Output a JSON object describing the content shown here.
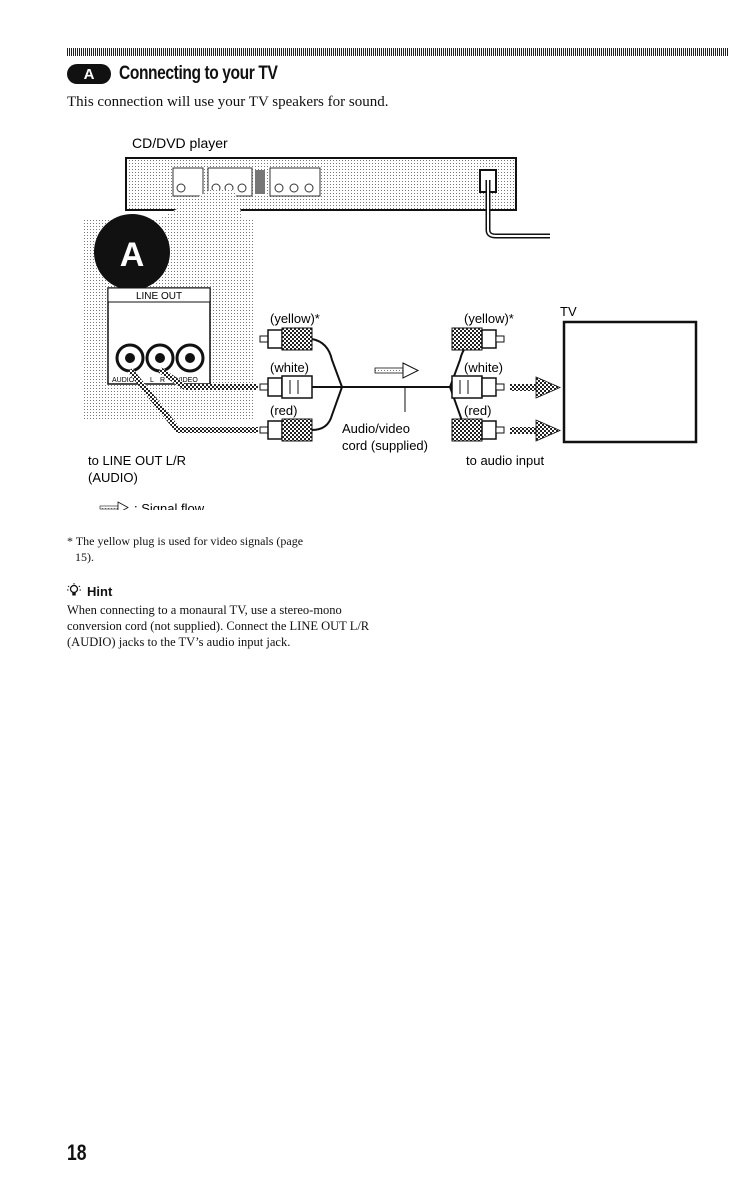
{
  "header": {
    "badge": "A",
    "title": "Connecting to your TV"
  },
  "intro": "This connection will use your TV speakers for sound.",
  "diagram": {
    "player_label": "CD/DVD player",
    "inset_badge": "A",
    "line_out_label": "LINE OUT",
    "jack_labels": {
      "audio": "AUDIO",
      "l": "L",
      "r": "R",
      "video": "VIDEO"
    },
    "plug_labels_left": [
      "(yellow)*",
      "(white)",
      "(red)"
    ],
    "plug_labels_right": [
      "(yellow)*",
      "(white)",
      "(red)"
    ],
    "cord_label_line1": "Audio/video",
    "cord_label_line2": "cord (supplied)",
    "tv_label": "TV",
    "left_caption_line1": "to LINE OUT L/R",
    "left_caption_line2": "(AUDIO)",
    "right_caption": "to audio input",
    "legend_text": ": Signal flow"
  },
  "footnote_line1": "* The yellow plug is used for video signals (page",
  "footnote_line2": "15).",
  "hint": {
    "title": "Hint",
    "body": "When connecting to a monaural TV, use a stereo-mono conversion cord (not supplied). Connect the LINE OUT L/R (AUDIO) jacks to the TV’s audio input jack."
  },
  "page_number": "18"
}
